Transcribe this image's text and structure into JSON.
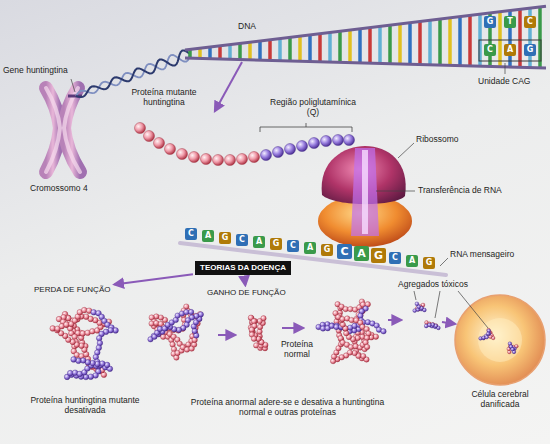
{
  "diagram": {
    "nodes": [
      {
        "text": [
          "TEORIAS DA DOENÇA"
        ]
      },
      {
        "text": [
          "PERDA DE FUNÇÃO"
        ]
      },
      {
        "text": [
          "GANHO DE FUNÇÃO"
        ]
      }
    ],
    "edges": [
      {
        "from": 0,
        "to": 1,
        "arrow": "to"
      },
      {
        "from": 0,
        "to": 2,
        "arrow": "to"
      }
    ],
    "labels": [
      "DNA",
      "Gene huntingtina",
      "Cromossomo 4",
      "Proteína mutante huntingtina",
      "Região poliglutamínica (Q)",
      "Ribossomo",
      "Transferência de RNA",
      "RNA mensageiro",
      "Unidade CAG",
      "Agregados tóxicos",
      "Proteína normal",
      "Célula cerebral danificada",
      "Proteína huntingtina mutante desativada",
      "Proteína anormal adere-se e desativa a huntingtina normal e outras proteínas",
      "G",
      "T",
      "C",
      "C",
      "A",
      "G",
      "C",
      "A",
      "G",
      "C",
      "A",
      "G",
      "C",
      "A",
      "G",
      "C",
      "A",
      "G",
      "C",
      "A",
      "G"
    ]
  }
}
